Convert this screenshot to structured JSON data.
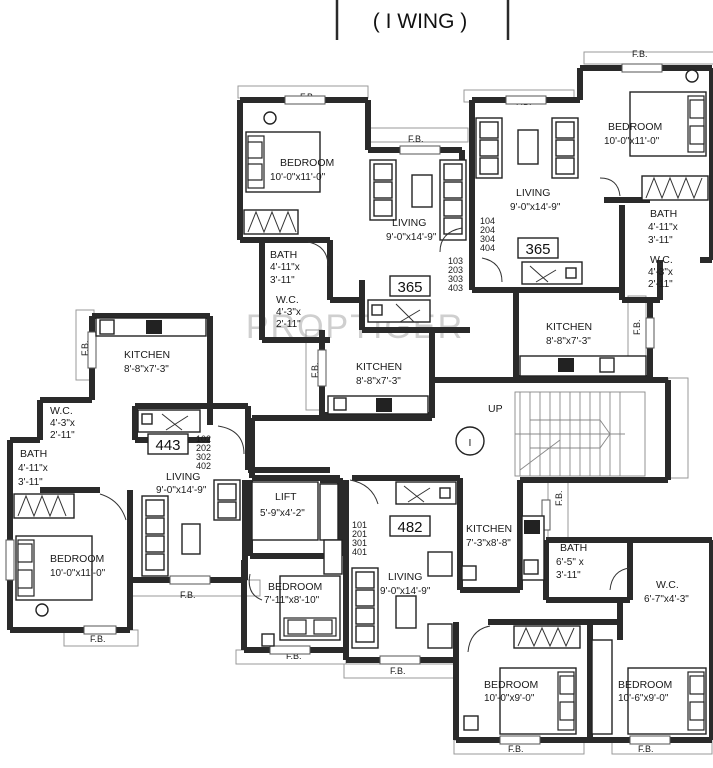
{
  "title": "( I WING )",
  "watermark": "PROPTIGER",
  "staircase": {
    "up_label": "UP",
    "symbol": "I"
  },
  "lift": {
    "name": "LIFT",
    "dim": "5'-9\"x4'-2\""
  },
  "unit_numbers": {
    "u365a": "365",
    "u365b": "365",
    "u443": "443",
    "u482": "482",
    "f103": [
      "103",
      "203",
      "303",
      "403"
    ],
    "f104": [
      "104",
      "204",
      "304",
      "404"
    ],
    "f102": [
      "102",
      "202",
      "302",
      "402"
    ],
    "f101": [
      "101",
      "201",
      "301",
      "401"
    ]
  },
  "rooms": {
    "bed_tl": {
      "name": "BEDROOM",
      "dim": "10'-0\"x11'-0\""
    },
    "living_tl": {
      "name": "LIVING",
      "dim": "9'-0\"x14'-9\""
    },
    "bath_tl": {
      "name": "BATH",
      "dim1": "4'-11\"x",
      "dim2": "3'-11\""
    },
    "wc_tl": {
      "name": "W.C.",
      "dim1": "4'-3\"x",
      "dim2": "2'-11\""
    },
    "kit_tl": {
      "name": "KITCHEN",
      "dim": "8'-8\"x7'-3\""
    },
    "bed_tr": {
      "name": "BEDROOM",
      "dim": "10'-0\"x11'-0\""
    },
    "living_tr": {
      "name": "LIVING",
      "dim": "9'-0\"x14'-9\""
    },
    "bath_tr": {
      "name": "BATH",
      "dim1": "4'-11\"x",
      "dim2": "3'-11\""
    },
    "wc_tr": {
      "name": "W.C.",
      "dim1": "4'-3\"x",
      "dim2": "2'-11\""
    },
    "kit_tr": {
      "name": "KITCHEN",
      "dim": "8'-8\"x7'-3\""
    },
    "kit_l": {
      "name": "KITCHEN",
      "dim": "8'-8\"x7'-3\""
    },
    "wc_l": {
      "name": "W.C.",
      "dim1": "4'-3\"x",
      "dim2": "2'-11\""
    },
    "bath_l": {
      "name": "BATH",
      "dim1": "4'-11\"x",
      "dim2": "3'-11\""
    },
    "living_l": {
      "name": "LIVING",
      "dim": "9'-0\"x14'-9\""
    },
    "bed_l": {
      "name": "BEDROOM",
      "dim": "10'-0\"x11'-0\""
    },
    "bed_bc": {
      "name": "BEDROOM",
      "dim": "7'-11\"x8'-10\""
    },
    "living_b": {
      "name": "LIVING",
      "dim": "9'-0\"x14'-9\""
    },
    "kit_br": {
      "name": "KITCHEN",
      "dim": "7'-3\"x8'-8\""
    },
    "bath_br": {
      "name": "BATH",
      "dim1": "6'-5\" x",
      "dim2": "3'-11\""
    },
    "wc_br": {
      "name": "W.C.",
      "dim": "6'-7\"x4'-3\""
    },
    "bed_br1": {
      "name": "BEDROOM",
      "dim": "10'-0\"x9'-0\""
    },
    "bed_br2": {
      "name": "BEDROOM",
      "dim": "10'-6\"x9'-0\""
    }
  },
  "fb_label": "F.B."
}
